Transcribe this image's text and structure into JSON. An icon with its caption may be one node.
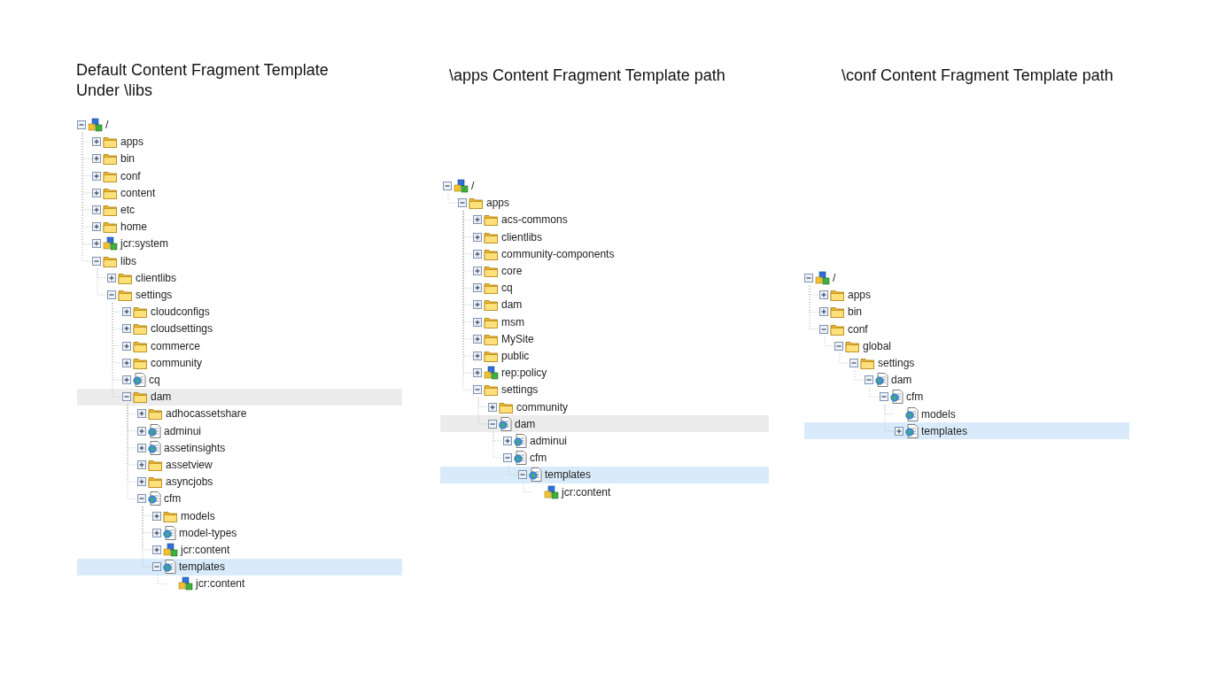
{
  "diagram": {
    "nodes": [
      {
        "text": [
          "/"
        ]
      },
      {
        "text": [
          "apps"
        ]
      },
      {
        "text": [
          "bin"
        ]
      },
      {
        "text": [
          "conf"
        ]
      },
      {
        "text": [
          "content"
        ]
      },
      {
        "text": [
          "etc"
        ]
      },
      {
        "text": [
          "home"
        ]
      },
      {
        "text": [
          "jcr:system"
        ]
      },
      {
        "text": [
          "libs"
        ]
      },
      {
        "text": [
          "clientlibs"
        ]
      },
      {
        "text": [
          "settings"
        ]
      },
      {
        "text": [
          "cloudconfigs"
        ]
      },
      {
        "text": [
          "cloudsettings"
        ]
      },
      {
        "text": [
          "commerce"
        ]
      },
      {
        "text": [
          "community"
        ]
      },
      {
        "text": [
          "cq"
        ]
      },
      {
        "text": [
          "dam"
        ]
      },
      {
        "text": [
          "adhocassetshare"
        ]
      },
      {
        "text": [
          "adminui"
        ]
      },
      {
        "text": [
          "assetinsights"
        ]
      },
      {
        "text": [
          "assetview"
        ]
      },
      {
        "text": [
          "asyncjobs"
        ]
      },
      {
        "text": [
          "cfm"
        ]
      },
      {
        "text": [
          "models"
        ]
      },
      {
        "text": [
          "model-types"
        ]
      },
      {
        "text": [
          "jcr:content"
        ]
      },
      {
        "text": [
          "templates"
        ]
      },
      {
        "text": [
          "jcr:content"
        ]
      },
      {
        "text": [
          "/"
        ]
      },
      {
        "text": [
          "apps"
        ]
      },
      {
        "text": [
          "acs-commons"
        ]
      },
      {
        "text": [
          "clientlibs"
        ]
      },
      {
        "text": [
          "community-components"
        ]
      },
      {
        "text": [
          "core"
        ]
      },
      {
        "text": [
          "cq"
        ]
      },
      {
        "text": [
          "dam"
        ]
      },
      {
        "text": [
          "msm"
        ]
      },
      {
        "text": [
          "MySite"
        ]
      },
      {
        "text": [
          "public"
        ]
      },
      {
        "text": [
          "rep:policy"
        ]
      },
      {
        "text": [
          "settings"
        ]
      },
      {
        "text": [
          "community"
        ]
      },
      {
        "text": [
          "dam"
        ]
      },
      {
        "text": [
          "adminui"
        ]
      },
      {
        "text": [
          "cfm"
        ]
      },
      {
        "text": [
          "templates"
        ]
      },
      {
        "text": [
          "jcr:content"
        ]
      },
      {
        "text": [
          "/"
        ]
      },
      {
        "text": [
          "apps"
        ]
      },
      {
        "text": [
          "bin"
        ]
      },
      {
        "text": [
          "conf"
        ]
      },
      {
        "text": [
          "global"
        ]
      },
      {
        "text": [
          "settings"
        ]
      },
      {
        "text": [
          "dam"
        ]
      },
      {
        "text": [
          "cfm"
        ]
      },
      {
        "text": [
          "models"
        ]
      },
      {
        "text": [
          "templates"
        ]
      }
    ],
    "edges": [
      {
        "from": 0,
        "to": 1,
        "arrow": "none"
      },
      {
        "from": 0,
        "to": 2,
        "arrow": "none"
      },
      {
        "from": 0,
        "to": 3,
        "arrow": "none"
      },
      {
        "from": 0,
        "to": 4,
        "arrow": "none"
      },
      {
        "from": 0,
        "to": 5,
        "arrow": "none"
      },
      {
        "from": 0,
        "to": 6,
        "arrow": "none"
      },
      {
        "from": 0,
        "to": 7,
        "arrow": "none"
      },
      {
        "from": 0,
        "to": 8,
        "arrow": "none"
      },
      {
        "from": 8,
        "to": 9,
        "arrow": "none"
      },
      {
        "from": 8,
        "to": 10,
        "arrow": "none"
      },
      {
        "from": 10,
        "to": 11,
        "arrow": "none"
      },
      {
        "from": 10,
        "to": 12,
        "arrow": "none"
      },
      {
        "from": 10,
        "to": 13,
        "arrow": "none"
      },
      {
        "from": 10,
        "to": 14,
        "arrow": "none"
      },
      {
        "from": 10,
        "to": 15,
        "arrow": "none"
      },
      {
        "from": 10,
        "to": 16,
        "arrow": "none"
      },
      {
        "from": 16,
        "to": 17,
        "arrow": "none"
      },
      {
        "from": 16,
        "to": 18,
        "arrow": "none"
      },
      {
        "from": 16,
        "to": 19,
        "arrow": "none"
      },
      {
        "from": 16,
        "to": 20,
        "arrow": "none"
      },
      {
        "from": 16,
        "to": 21,
        "arrow": "none"
      },
      {
        "from": 16,
        "to": 22,
        "arrow": "none"
      },
      {
        "from": 22,
        "to": 23,
        "arrow": "none"
      },
      {
        "from": 22,
        "to": 24,
        "arrow": "none"
      },
      {
        "from": 22,
        "to": 25,
        "arrow": "none"
      },
      {
        "from": 22,
        "to": 26,
        "arrow": "none"
      },
      {
        "from": 26,
        "to": 27,
        "arrow": "none"
      },
      {
        "from": 28,
        "to": 29,
        "arrow": "none"
      },
      {
        "from": 29,
        "to": 30,
        "arrow": "none"
      },
      {
        "from": 29,
        "to": 31,
        "arrow": "none"
      },
      {
        "from": 29,
        "to": 32,
        "arrow": "none"
      },
      {
        "from": 29,
        "to": 33,
        "arrow": "none"
      },
      {
        "from": 29,
        "to": 34,
        "arrow": "none"
      },
      {
        "from": 29,
        "to": 35,
        "arrow": "none"
      },
      {
        "from": 29,
        "to": 36,
        "arrow": "none"
      },
      {
        "from": 29,
        "to": 37,
        "arrow": "none"
      },
      {
        "from": 29,
        "to": 38,
        "arrow": "none"
      },
      {
        "from": 29,
        "to": 39,
        "arrow": "none"
      },
      {
        "from": 29,
        "to": 40,
        "arrow": "none"
      },
      {
        "from": 40,
        "to": 41,
        "arrow": "none"
      },
      {
        "from": 40,
        "to": 42,
        "arrow": "none"
      },
      {
        "from": 42,
        "to": 43,
        "arrow": "none"
      },
      {
        "from": 42,
        "to": 44,
        "arrow": "none"
      },
      {
        "from": 44,
        "to": 45,
        "arrow": "none"
      },
      {
        "from": 45,
        "to": 46,
        "arrow": "none"
      },
      {
        "from": 47,
        "to": 48,
        "arrow": "none"
      },
      {
        "from": 47,
        "to": 49,
        "arrow": "none"
      },
      {
        "from": 47,
        "to": 50,
        "arrow": "none"
      },
      {
        "from": 50,
        "to": 51,
        "arrow": "none"
      },
      {
        "from": 51,
        "to": 52,
        "arrow": "none"
      },
      {
        "from": 52,
        "to": 53,
        "arrow": "none"
      },
      {
        "from": 53,
        "to": 54,
        "arrow": "none"
      },
      {
        "from": 54,
        "to": 55,
        "arrow": "none"
      },
      {
        "from": 54,
        "to": 56,
        "arrow": "none"
      }
    ],
    "labels": [
      "Default Content Fragment Template Under \\libs",
      "\\apps Content Fragment Template path",
      "\\conf Content Fragment Template path"
    ]
  }
}
